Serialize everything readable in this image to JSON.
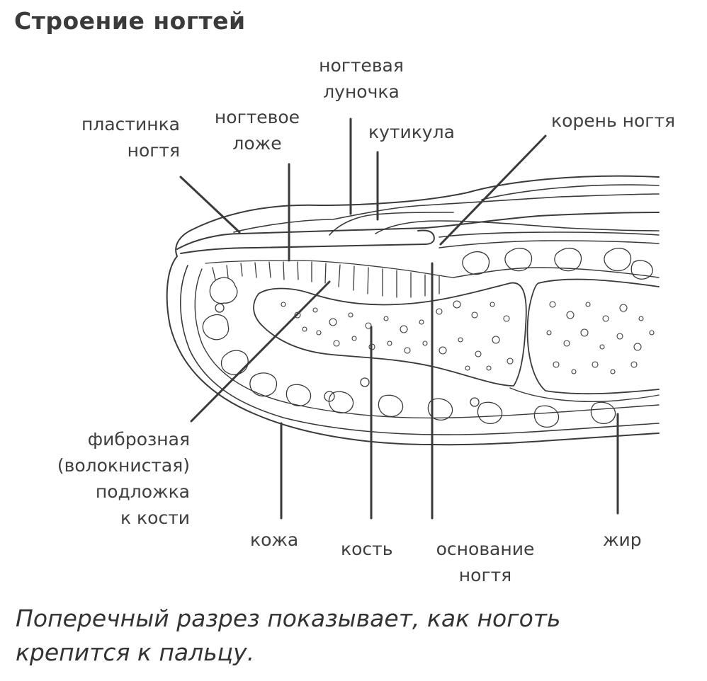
{
  "title": "Строение ногтей",
  "labels": {
    "nail_plate": [
      "пластинка",
      "ногтя"
    ],
    "nail_bed": [
      "ногтевое",
      "ложе"
    ],
    "lunula": [
      "ногтевая",
      "луночка"
    ],
    "cuticle": "кутикула",
    "nail_root": "корень ногтя",
    "fibrous_layer": [
      "фиброзная",
      "(волокнистая)",
      "подложка",
      "к кости"
    ],
    "skin": "кожа",
    "bone": "кость",
    "nail_base": [
      "основание",
      "ногтя"
    ],
    "fat": "жир"
  },
  "caption": [
    "Поперечный разрез показывает, как ноготь",
    "крепится к пальцу."
  ],
  "colors": {
    "line": "#3a3a3a",
    "text": "#3e3e3e",
    "background": "#ffffff"
  }
}
